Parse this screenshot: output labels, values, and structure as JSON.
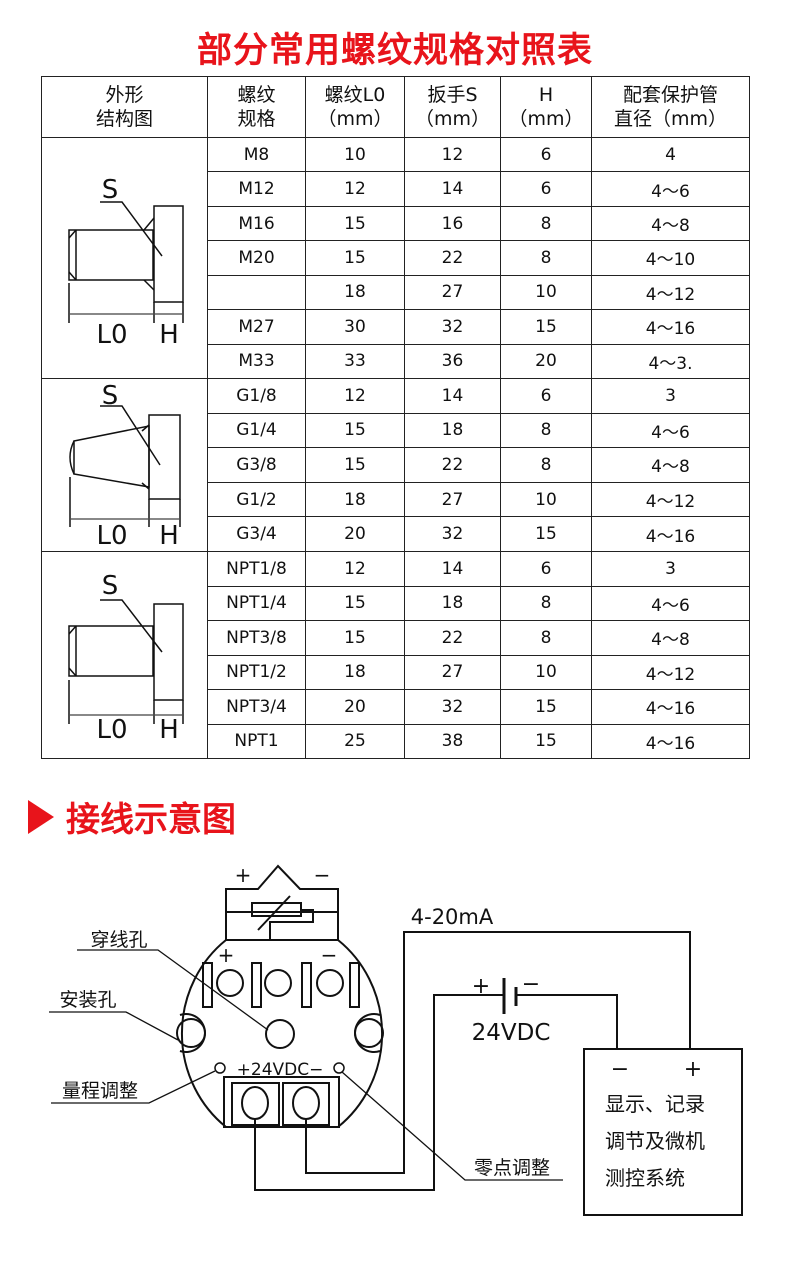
{
  "title": "部分常用螺纹规格对照表",
  "table": {
    "headers": [
      [
        "外形",
        "结构图"
      ],
      [
        "螺纹",
        "规格"
      ],
      [
        "螺纹L0",
        "（mm）"
      ],
      [
        "扳手S",
        "（mm）"
      ],
      [
        "H",
        "（mm）"
      ],
      [
        "配套保护管",
        "直径（mm）"
      ]
    ],
    "figure_labels": {
      "s": "S",
      "l0": "L0",
      "h": "H"
    },
    "groups": [
      {
        "rows": [
          [
            "M8",
            "10",
            "12",
            "6",
            "4"
          ],
          [
            "M12",
            "12",
            "14",
            "6",
            "4～6"
          ],
          [
            "M16",
            "15",
            "16",
            "8",
            "4～8"
          ],
          [
            "M20",
            "15",
            "22",
            "8",
            "4～10"
          ],
          [
            "",
            "18",
            "27",
            "10",
            "4～12"
          ],
          [
            "M27",
            "30",
            "32",
            "15",
            "4～16"
          ],
          [
            "M33",
            "33",
            "36",
            "20",
            "4～3."
          ]
        ]
      },
      {
        "rows": [
          [
            "G1/8",
            "12",
            "14",
            "6",
            "3"
          ],
          [
            "G1/4",
            "15",
            "18",
            "8",
            "4～6"
          ],
          [
            "G3/8",
            "15",
            "22",
            "8",
            "4～8"
          ],
          [
            "G1/2",
            "18",
            "27",
            "10",
            "4～12"
          ],
          [
            "G3/4",
            "20",
            "32",
            "15",
            "4～16"
          ]
        ]
      },
      {
        "rows": [
          [
            "NPT1/8",
            "12",
            "14",
            "6",
            "3"
          ],
          [
            "NPT1/4",
            "15",
            "18",
            "8",
            "4～6"
          ],
          [
            "NPT3/8",
            "15",
            "22",
            "8",
            "4～8"
          ],
          [
            "NPT1/2",
            "18",
            "27",
            "10",
            "4～12"
          ],
          [
            "NPT3/4",
            "20",
            "32",
            "15",
            "4～16"
          ],
          [
            "NPT1",
            "25",
            "38",
            "15",
            "4～16"
          ]
        ]
      }
    ]
  },
  "wiring": {
    "section_title": "接线示意图",
    "sensor_plus": "+",
    "sensor_minus": "−",
    "terminal_plus": "+",
    "terminal_minus": "−",
    "hole_label": "穿线孔",
    "mount_label": "安装孔",
    "span_label": "量程调整",
    "zero_label": "零点调整",
    "terminal_text": "+24VDC−",
    "current_label": "4-20mA",
    "battery_plus": "+",
    "battery_minus": "−",
    "supply_label": "24VDC",
    "box_minus": "−",
    "box_plus": "+",
    "box_lines": [
      "显示、记录",
      "调节及微机",
      "测控系统"
    ]
  },
  "colors": {
    "accent": "#e8141b"
  }
}
